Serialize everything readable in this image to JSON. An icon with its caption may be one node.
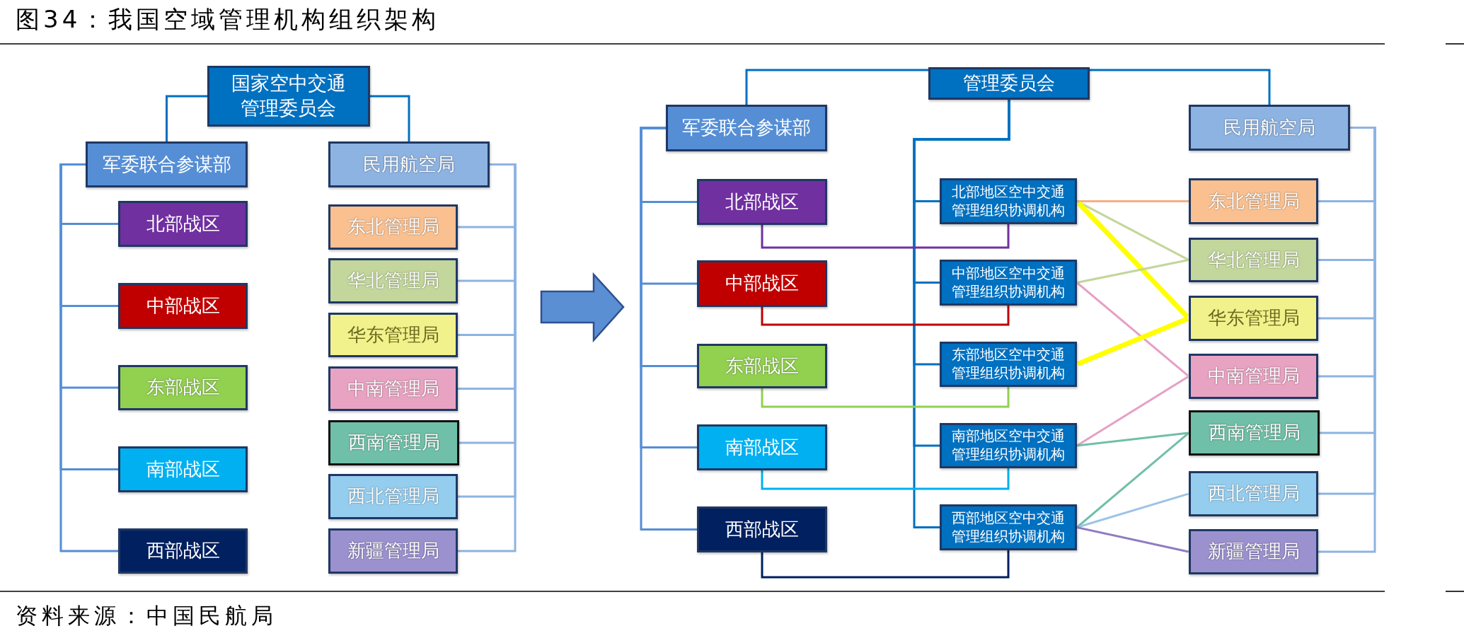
{
  "diagram": {
    "title": "图34：我国空域管理机构组织架构",
    "caption": "资料来源：中国民航局",
    "nodes": [
      {
        "text": [
          "国家空中交通管理委员会"
        ]
      },
      {
        "text": [
          "军委联合参谋部"
        ]
      },
      {
        "text": [
          "民用航空局"
        ]
      },
      {
        "text": [
          "北部战区"
        ]
      },
      {
        "text": [
          "中部战区"
        ]
      },
      {
        "text": [
          "东部战区"
        ]
      },
      {
        "text": [
          "南部战区"
        ]
      },
      {
        "text": [
          "西部战区"
        ]
      },
      {
        "text": [
          "东北管理局"
        ]
      },
      {
        "text": [
          "华北管理局"
        ]
      },
      {
        "text": [
          "华东管理局"
        ]
      },
      {
        "text": [
          "中南管理局"
        ]
      },
      {
        "text": [
          "西南管理局"
        ]
      },
      {
        "text": [
          "西北管理局"
        ]
      },
      {
        "text": [
          "新疆管理局"
        ]
      },
      {
        "text": [
          "管理委员会"
        ]
      },
      {
        "text": [
          "军委联合参谋部"
        ]
      },
      {
        "text": [
          "民用航空局"
        ]
      },
      {
        "text": [
          "北部战区"
        ]
      },
      {
        "text": [
          "中部战区"
        ]
      },
      {
        "text": [
          "东部战区"
        ]
      },
      {
        "text": [
          "南部战区"
        ]
      },
      {
        "text": [
          "西部战区"
        ]
      },
      {
        "text": [
          "北部地区空中交通管理组织协调机构"
        ]
      },
      {
        "text": [
          "中部地区空中交通管理组织协调机构"
        ]
      },
      {
        "text": [
          "东部地区空中交通管理组织协调机构"
        ]
      },
      {
        "text": [
          "南部地区空中交通管理组织协调机构"
        ]
      },
      {
        "text": [
          "西部地区空中交通管理组织协调机构"
        ]
      },
      {
        "text": [
          "东北管理局"
        ]
      },
      {
        "text": [
          "华北管理局"
        ]
      },
      {
        "text": [
          "华东管理局"
        ]
      },
      {
        "text": [
          "中南管理局"
        ]
      },
      {
        "text": [
          "西南管理局"
        ]
      },
      {
        "text": [
          "西北管理局"
        ]
      },
      {
        "text": [
          "新疆管理局"
        ]
      }
    ],
    "edges": [
      {
        "from": 0,
        "to": 1,
        "arrow": "none",
        "color": "#0070c0"
      },
      {
        "from": 0,
        "to": 2,
        "arrow": "none",
        "color": "#0070c0"
      },
      {
        "from": 1,
        "to": 3,
        "arrow": "none",
        "color": "#558ed5"
      },
      {
        "from": 1,
        "to": 4,
        "arrow": "none",
        "color": "#558ed5"
      },
      {
        "from": 1,
        "to": 5,
        "arrow": "none",
        "color": "#558ed5"
      },
      {
        "from": 1,
        "to": 6,
        "arrow": "none",
        "color": "#558ed5"
      },
      {
        "from": 1,
        "to": 7,
        "arrow": "none",
        "color": "#558ed5"
      },
      {
        "from": 2,
        "to": 8,
        "arrow": "none"
      },
      {
        "from": 2,
        "to": 9,
        "arrow": "none"
      },
      {
        "from": 2,
        "to": 10,
        "arrow": "none"
      },
      {
        "from": 2,
        "to": 11,
        "arrow": "none"
      },
      {
        "from": 2,
        "to": 12,
        "arrow": "none"
      },
      {
        "from": 2,
        "to": 13,
        "arrow": "none"
      },
      {
        "from": 2,
        "to": 14,
        "arrow": "none"
      },
      {
        "from": 15,
        "to": 16,
        "arrow": "none",
        "color": "#0070c0"
      },
      {
        "from": 15,
        "to": 17,
        "arrow": "none",
        "color": "#0070c0"
      },
      {
        "from": 15,
        "to": 23,
        "arrow": "none",
        "color": "#0070c0"
      },
      {
        "from": 15,
        "to": 24,
        "arrow": "none",
        "color": "#0070c0"
      },
      {
        "from": 15,
        "to": 25,
        "arrow": "none",
        "color": "#0070c0"
      },
      {
        "from": 15,
        "to": 26,
        "arrow": "none",
        "color": "#0070c0"
      },
      {
        "from": 15,
        "to": 27,
        "arrow": "none",
        "color": "#0070c0"
      },
      {
        "from": 16,
        "to": 18,
        "arrow": "none",
        "color": "#558ed5"
      },
      {
        "from": 16,
        "to": 19,
        "arrow": "none",
        "color": "#558ed5"
      },
      {
        "from": 16,
        "to": 20,
        "arrow": "none",
        "color": "#558ed5"
      },
      {
        "from": 16,
        "to": 21,
        "arrow": "none",
        "color": "#558ed5"
      },
      {
        "from": 16,
        "to": 22,
        "arrow": "none",
        "color": "#558ed5"
      },
      {
        "from": 17,
        "to": 28,
        "arrow": "none"
      },
      {
        "from": 17,
        "to": 29,
        "arrow": "none"
      },
      {
        "from": 17,
        "to": 30,
        "arrow": "none"
      },
      {
        "from": 17,
        "to": 31,
        "arrow": "none"
      },
      {
        "from": 17,
        "to": 32,
        "arrow": "none"
      },
      {
        "from": 17,
        "to": 33,
        "arrow": "none"
      },
      {
        "from": 17,
        "to": 34,
        "arrow": "none"
      },
      {
        "from": 18,
        "to": 23,
        "arrow": "none",
        "color": "#7030a0"
      },
      {
        "from": 19,
        "to": 24,
        "arrow": "none",
        "color": "#c00000"
      },
      {
        "from": 20,
        "to": 25,
        "arrow": "none",
        "color": "#92d050"
      },
      {
        "from": 21,
        "to": 26,
        "arrow": "none",
        "color": "#00b0f0"
      },
      {
        "from": 22,
        "to": 27,
        "arrow": "none",
        "color": "#002060"
      },
      {
        "from": 23,
        "to": 28,
        "arrow": "none",
        "color": "#f4b183"
      },
      {
        "from": 23,
        "to": 29,
        "arrow": "none",
        "color": "#c3d69b"
      },
      {
        "from": 23,
        "to": 30,
        "arrow": "none",
        "style": "thick",
        "color": "#ffff00"
      },
      {
        "from": 24,
        "to": 29,
        "arrow": "none",
        "color": "#c3d69b"
      },
      {
        "from": 24,
        "to": 31,
        "arrow": "none",
        "color": "#e6a0c4"
      },
      {
        "from": 25,
        "to": 30,
        "arrow": "none",
        "style": "thick",
        "color": "#ffff00"
      },
      {
        "from": 26,
        "to": 31,
        "arrow": "none",
        "color": "#e6a0c4"
      },
      {
        "from": 26,
        "to": 32,
        "arrow": "none",
        "color": "#70bfa8"
      },
      {
        "from": 27,
        "to": 32,
        "arrow": "none",
        "color": "#70bfa8"
      },
      {
        "from": 27,
        "to": 33,
        "arrow": "none",
        "color": "#9dc3e6"
      },
      {
        "from": 27,
        "to": 34,
        "arrow": "none",
        "color": "#8e7cc3"
      }
    ]
  }
}
